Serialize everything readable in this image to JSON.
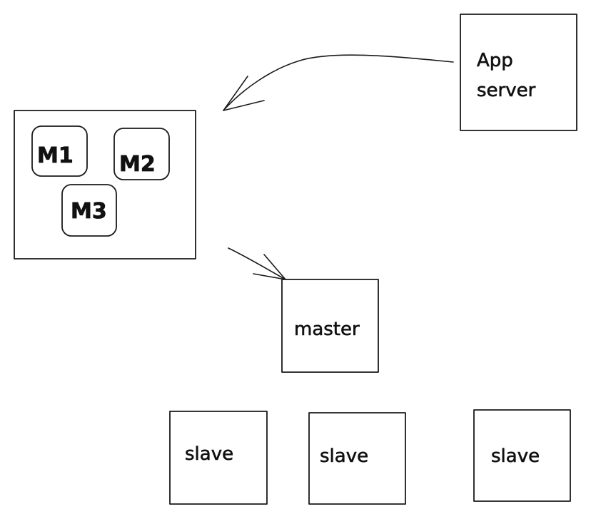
{
  "diagram": {
    "nodes": {
      "app_server": {
        "lines": [
          "App",
          "server"
        ]
      },
      "master": {
        "label": "master"
      },
      "cluster": {
        "m1": {
          "label": "M1"
        },
        "m2": {
          "label": "M2"
        },
        "m3": {
          "label": "M3"
        }
      },
      "slaves": [
        {
          "label": "slave"
        },
        {
          "label": "slave"
        },
        {
          "label": "slave"
        }
      ]
    },
    "edges": [
      {
        "from": "App server",
        "to": "cluster"
      },
      {
        "from": "cluster",
        "to": "master"
      }
    ],
    "colors": {
      "stroke": "#1a1a1a",
      "background": "#ffffff"
    }
  }
}
